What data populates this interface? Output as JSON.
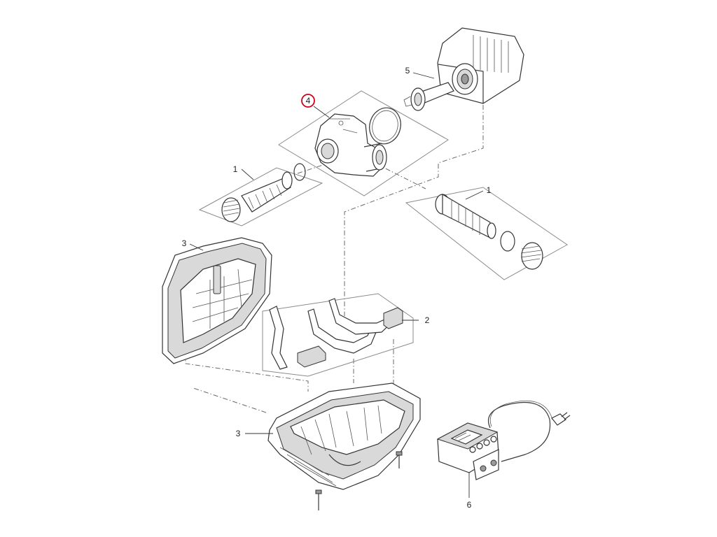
{
  "callouts": {
    "filter_left": "1",
    "filter_right": "1",
    "inserts": "2",
    "housing_back": "3",
    "housing_bottom": "3",
    "pump_chamber": "4",
    "rotor": "5",
    "controller": "6"
  },
  "highlight_color": "#d0021b"
}
